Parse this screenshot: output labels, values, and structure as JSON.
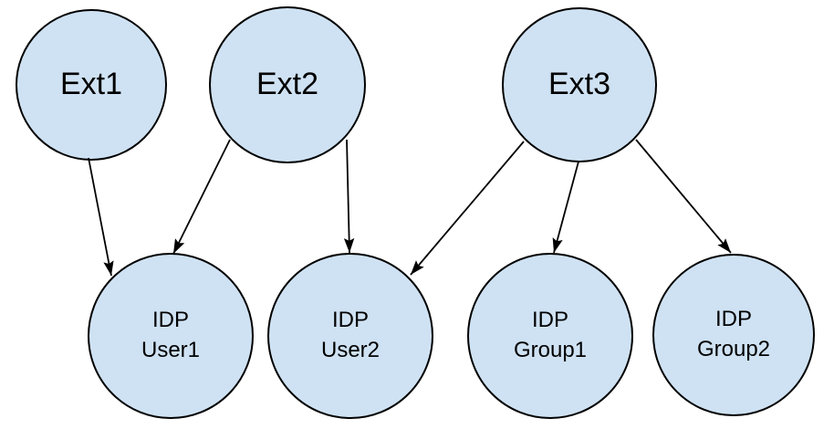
{
  "diagram": {
    "background_color": "#ffffff",
    "node_fill": "#cfe2f3",
    "node_stroke": "#000000",
    "edge_color": "#000000",
    "nodes": {
      "ext1": {
        "label": "Ext1"
      },
      "ext2": {
        "label": "Ext2"
      },
      "ext3": {
        "label": "Ext3"
      },
      "user1": {
        "line1": "IDP",
        "line2": "User1"
      },
      "user2": {
        "line1": "IDP",
        "line2": "User2"
      },
      "group1": {
        "line1": "IDP",
        "line2": "Group1"
      },
      "group2": {
        "line1": "IDP",
        "line2": "Group2"
      }
    },
    "edges": [
      {
        "from": "ext1",
        "to": "user1"
      },
      {
        "from": "ext2",
        "to": "user1"
      },
      {
        "from": "ext2",
        "to": "user2"
      },
      {
        "from": "ext3",
        "to": "user2"
      },
      {
        "from": "ext3",
        "to": "group1"
      },
      {
        "from": "ext3",
        "to": "group2"
      }
    ]
  }
}
